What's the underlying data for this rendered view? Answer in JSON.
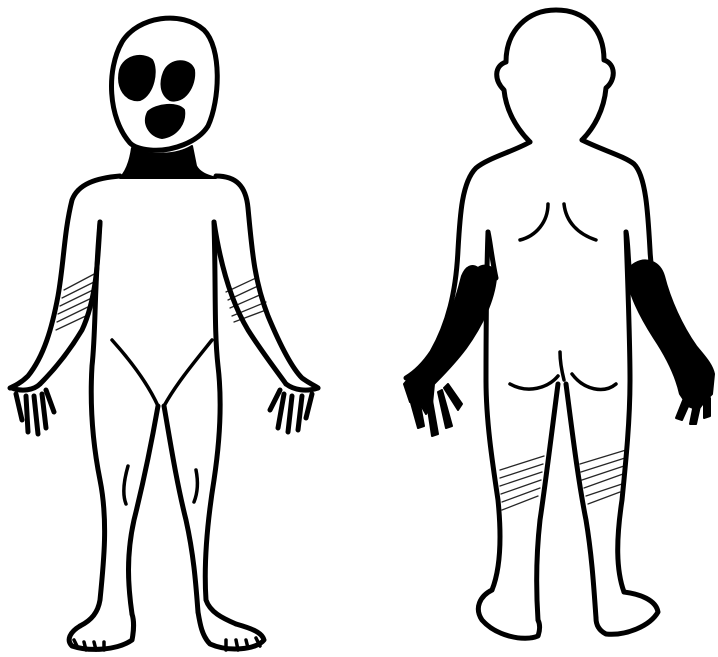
{
  "figure": {
    "views": [
      {
        "id": "front",
        "label": ""
      },
      {
        "id": "back",
        "label": ""
      }
    ],
    "colors": {
      "background": "#ffffff",
      "outline": "#000000",
      "solid_shading": "#000000",
      "hatched_shading": "#000000"
    },
    "legend": {
      "solid_shading": "dark",
      "hatched_shading": "light"
    },
    "shaded_regions": {
      "front": [
        "eyes",
        "mouth",
        "neck",
        "left-upper-arm-hatched",
        "right-upper-arm-hatched"
      ],
      "back": [
        "left-forearm-and-hand",
        "right-forearm-and-hand",
        "left-calf-hatched",
        "right-calf-hatched"
      ]
    }
  }
}
